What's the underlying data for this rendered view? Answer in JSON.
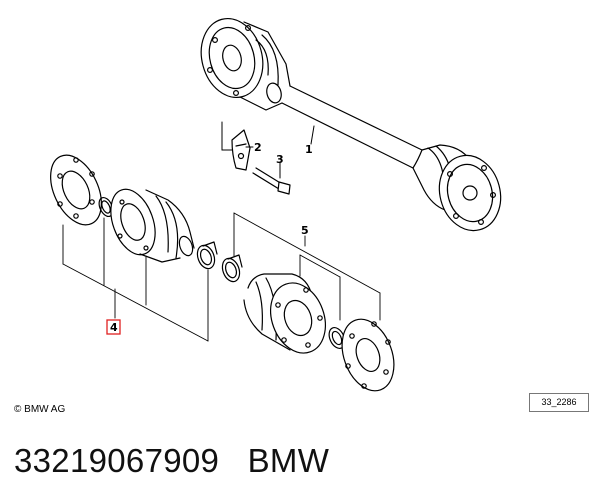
{
  "diagram": {
    "callouts": {
      "c1": "1",
      "c2": "2",
      "c3": "3",
      "c4": "4",
      "c5": "5"
    },
    "selected_callout": "4",
    "highlight_color": "#e02020",
    "copyright": "© BMW AG",
    "reference": "33_2286"
  },
  "caption": {
    "part_number": "33219067909",
    "brand": "BMW"
  }
}
